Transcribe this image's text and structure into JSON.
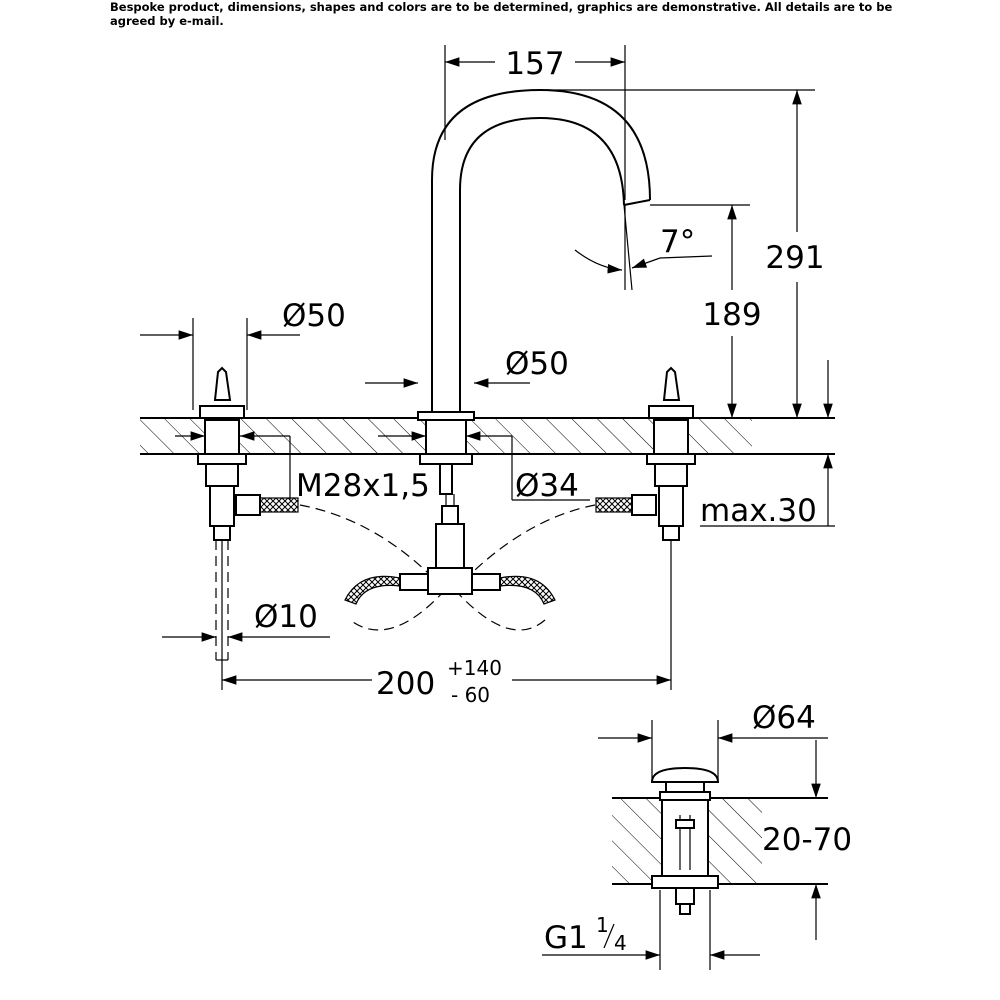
{
  "note": "Bespoke product, dimensions, shapes and colors are to be determined, graphics are demonstrative. All details are to be agreed by e-mail.",
  "dimensions": {
    "reach": "157",
    "total_height": "291",
    "spout_height": "189",
    "angle": "7°",
    "handle_diameter": "Ø50",
    "spout_diameter": "Ø50",
    "thread": "M28x1,5",
    "hole_diameter": "Ø34",
    "max_thickness": "max.30",
    "pipe_diameter": "Ø10",
    "spread": "200",
    "spread_plus": "+140",
    "spread_minus": "- 60",
    "waste_diameter": "Ø64",
    "waste_range": "20-70",
    "waste_thread": "G1",
    "waste_thread_num": "1",
    "waste_thread_den": "4"
  }
}
